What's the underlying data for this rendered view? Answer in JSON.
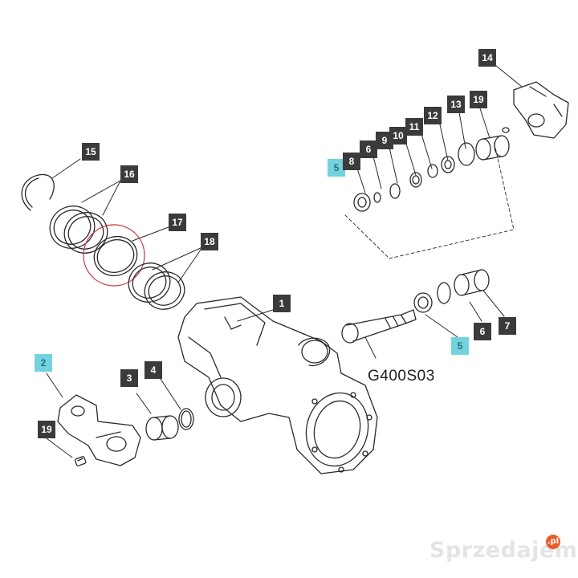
{
  "diagram": {
    "code_label": "G400S03",
    "highlight_color": "#72d3df",
    "callout_color": "#3b3b3b",
    "callouts": {
      "c1": "1",
      "c2": "2",
      "c3": "3",
      "c4": "4",
      "c5a": "5",
      "c5b": "5",
      "c6a": "6",
      "c6b": "6",
      "c7": "7",
      "c8": "8",
      "c9": "9",
      "c10": "10",
      "c11": "11",
      "c12": "12",
      "c13": "13",
      "c14": "14",
      "c15": "15",
      "c16": "16",
      "c17": "17",
      "c18": "18",
      "c19a": "19",
      "c19b": "19"
    }
  },
  "watermark": {
    "text": "Sprzedajemy",
    "dot": ".pl"
  }
}
